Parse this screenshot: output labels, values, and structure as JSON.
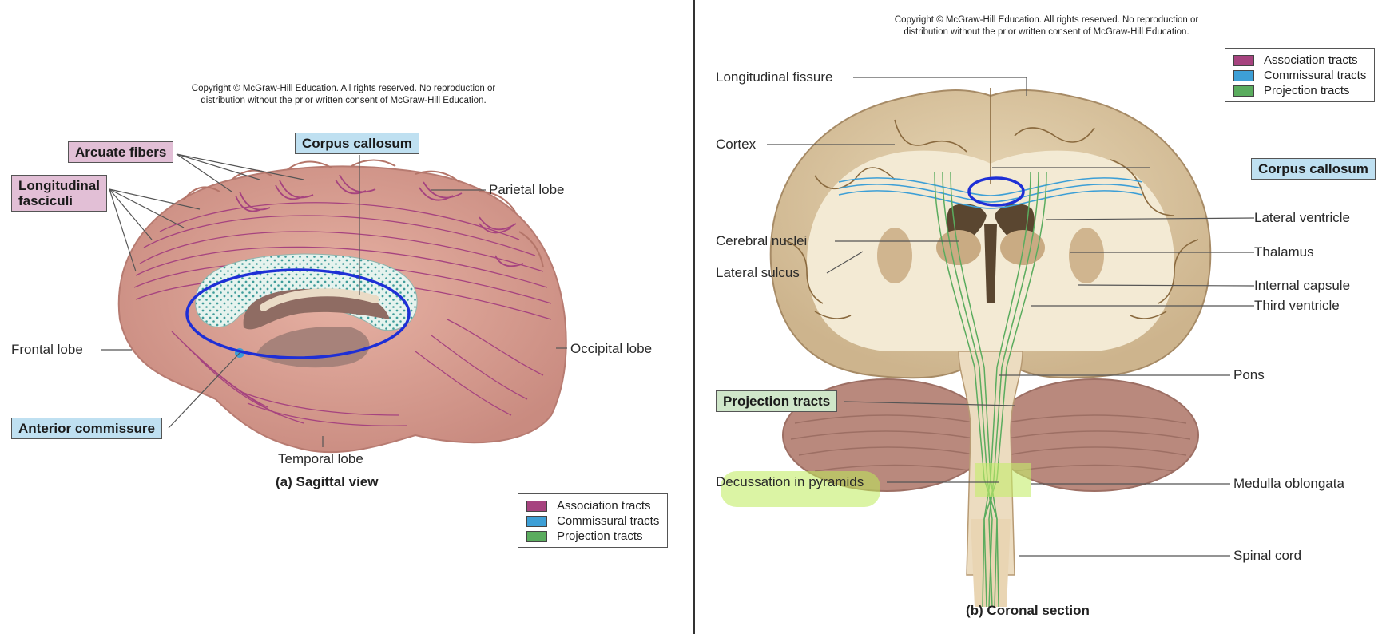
{
  "copyright": "Copyright © McGraw-Hill Education. All rights reserved. No reproduction or distribution without the prior written consent of McGraw-Hill Education.",
  "copyright_line1": "Copyright © McGraw-Hill Education. All rights reserved. No reproduction or",
  "copyright_line2": "distribution without the prior written consent of McGraw-Hill Education.",
  "colors": {
    "association": "#a6437f",
    "commissural": "#3d9fd6",
    "projection": "#5aac5e",
    "annotation_circle": "#1e2fd6",
    "highlighter": "#c4ec6a"
  },
  "legend": {
    "association": "Association tracts",
    "commissural": "Commissural tracts",
    "projection": "Projection tracts"
  },
  "sagittal": {
    "caption": "(a) Sagittal view",
    "labels": {
      "arcuate_fibers": "Arcuate fibers",
      "corpus_callosum": "Corpus callosum",
      "longitudinal_fasciculi_1": "Longitudinal",
      "longitudinal_fasciculi_2": "fasciculi",
      "parietal_lobe": "Parietal lobe",
      "frontal_lobe": "Frontal lobe",
      "occipital_lobe": "Occipital lobe",
      "anterior_commissure": "Anterior commissure",
      "temporal_lobe": "Temporal lobe"
    }
  },
  "coronal": {
    "caption": "(b) Coronal section",
    "labels": {
      "longitudinal_fissure": "Longitudinal fissure",
      "cortex": "Cortex",
      "corpus_callosum": "Corpus callosum",
      "lateral_ventricle": "Lateral ventricle",
      "cerebral_nuclei": "Cerebral nuclei",
      "thalamus": "Thalamus",
      "lateral_sulcus": "Lateral sulcus",
      "internal_capsule": "Internal capsule",
      "third_ventricle": "Third ventricle",
      "pons": "Pons",
      "projection_tracts": "Projection tracts",
      "decussation": "Decussation in pyramids",
      "medulla": "Medulla oblongata",
      "spinal_cord": "Spinal cord"
    }
  }
}
